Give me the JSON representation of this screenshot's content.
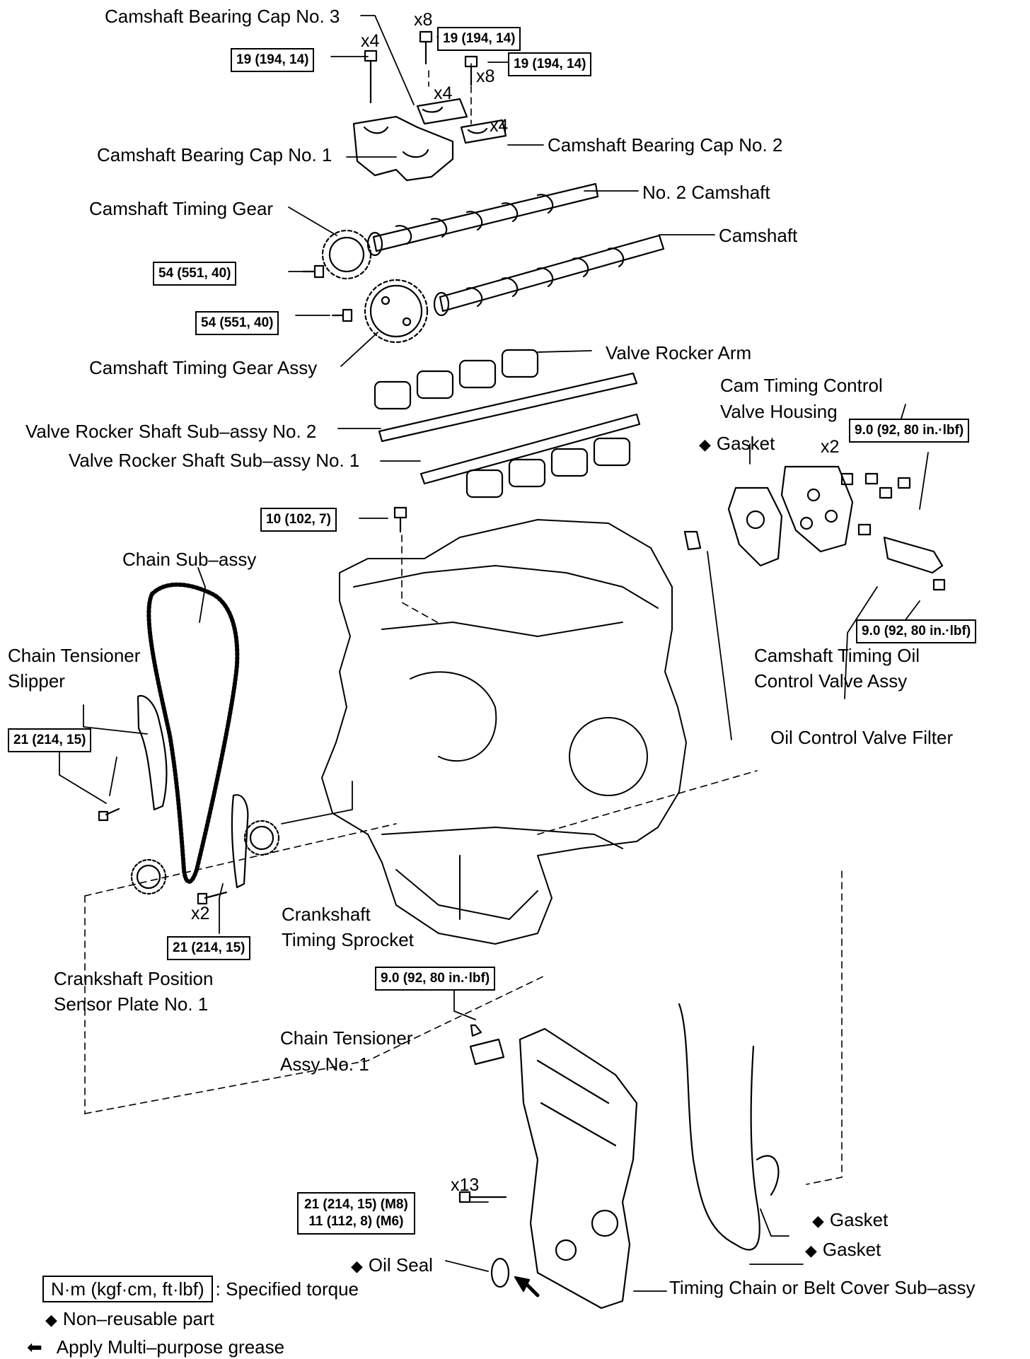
{
  "labels": {
    "cap3": "Camshaft Bearing Cap No. 3",
    "cap1": "Camshaft Bearing Cap No. 1",
    "cap2": "Camshaft Bearing Cap No. 2",
    "no2cam": "No. 2 Camshaft",
    "camshaft": "Camshaft",
    "timing_gear": "Camshaft Timing Gear",
    "timing_gear_assy": "Camshaft Timing Gear Assy",
    "rocker_arm": "Valve Rocker Arm",
    "housing_1": "Cam Timing Control",
    "housing_2": "Valve Housing",
    "gasket_top": "Gasket",
    "shaft2": "Valve Rocker Shaft Sub–assy No. 2",
    "shaft1": "Valve Rocker Shaft Sub–assy No. 1",
    "chain": "Chain Sub–assy",
    "slipper_1": "Chain Tensioner",
    "slipper_2": "Slipper",
    "ocv_1": "Camshaft Timing Oil",
    "ocv_2": "Control Valve Assy",
    "ocv_filter": "Oil Control Valve Filter",
    "sprocket_1": "Crankshaft",
    "sprocket_2": "Timing Sprocket",
    "sensor_1": "Crankshaft Position",
    "sensor_2": "Sensor Plate No. 1",
    "tensioner_1": "Chain Tensioner",
    "tensioner_2": "Assy No. 1",
    "gasket_a": "Gasket",
    "gasket_b": "Gasket",
    "oil_seal": "Oil Seal",
    "cover": "Timing Chain or Belt Cover Sub–assy"
  },
  "quantities": {
    "x8_a": "x8",
    "x4_a": "x4",
    "x8_b": "x8",
    "x4_b": "x4",
    "x4_c": "x4",
    "x2_housing": "x2",
    "x2_crank": "x2",
    "x13": "x13"
  },
  "torques": {
    "cap_bolt_a": "19 (194, 14)",
    "cap_bolt_b": "19 (194, 14)",
    "cap_bolt_c": "19 (194, 14)",
    "gear_bolt": "54 (551, 40)",
    "gear_assy_bolt": "54 (551, 40)",
    "housing_bolt": "9.0 (92, 80 in.·lbf)",
    "ocv_bolt": "9.0 (92, 80 in.·lbf)",
    "head_bolt": "10 (102, 7)",
    "slipper_bolt": "21 (214, 15)",
    "guide_bolt": "21 (214, 15)",
    "tensioner_nut": "9.0 (92, 80 in.·lbf)",
    "cover_m8": "21 (214, 15) (M8)",
    "cover_m6": "11 (112, 8) (M6)"
  },
  "legend": {
    "torque_unit": "N·m (kgf·cm, ft·lbf)",
    "torque_text": ": Specified torque",
    "nonreusable": "Non–reusable part",
    "grease": "Apply Multi–purpose grease"
  }
}
